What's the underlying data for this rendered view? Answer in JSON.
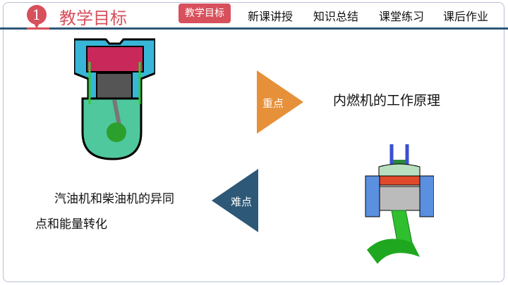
{
  "header": {
    "section_number": "1",
    "title": "教学目标",
    "nav": [
      {
        "label": "教学目标",
        "active": true
      },
      {
        "label": "新课讲授"
      },
      {
        "label": "知识总结"
      },
      {
        "label": "课堂练习"
      },
      {
        "label": "课后作业"
      }
    ]
  },
  "main": {
    "key_label": "重点",
    "key_text": "内燃机的工作原理",
    "difficulty_label": "难点",
    "difficulty_text_line1": "汽油机和柴油机的异同",
    "difficulty_text_line2": "点和能量转化"
  },
  "colors": {
    "accent": "#d7505c",
    "key": "#e69039",
    "difficulty": "#2d5877"
  }
}
